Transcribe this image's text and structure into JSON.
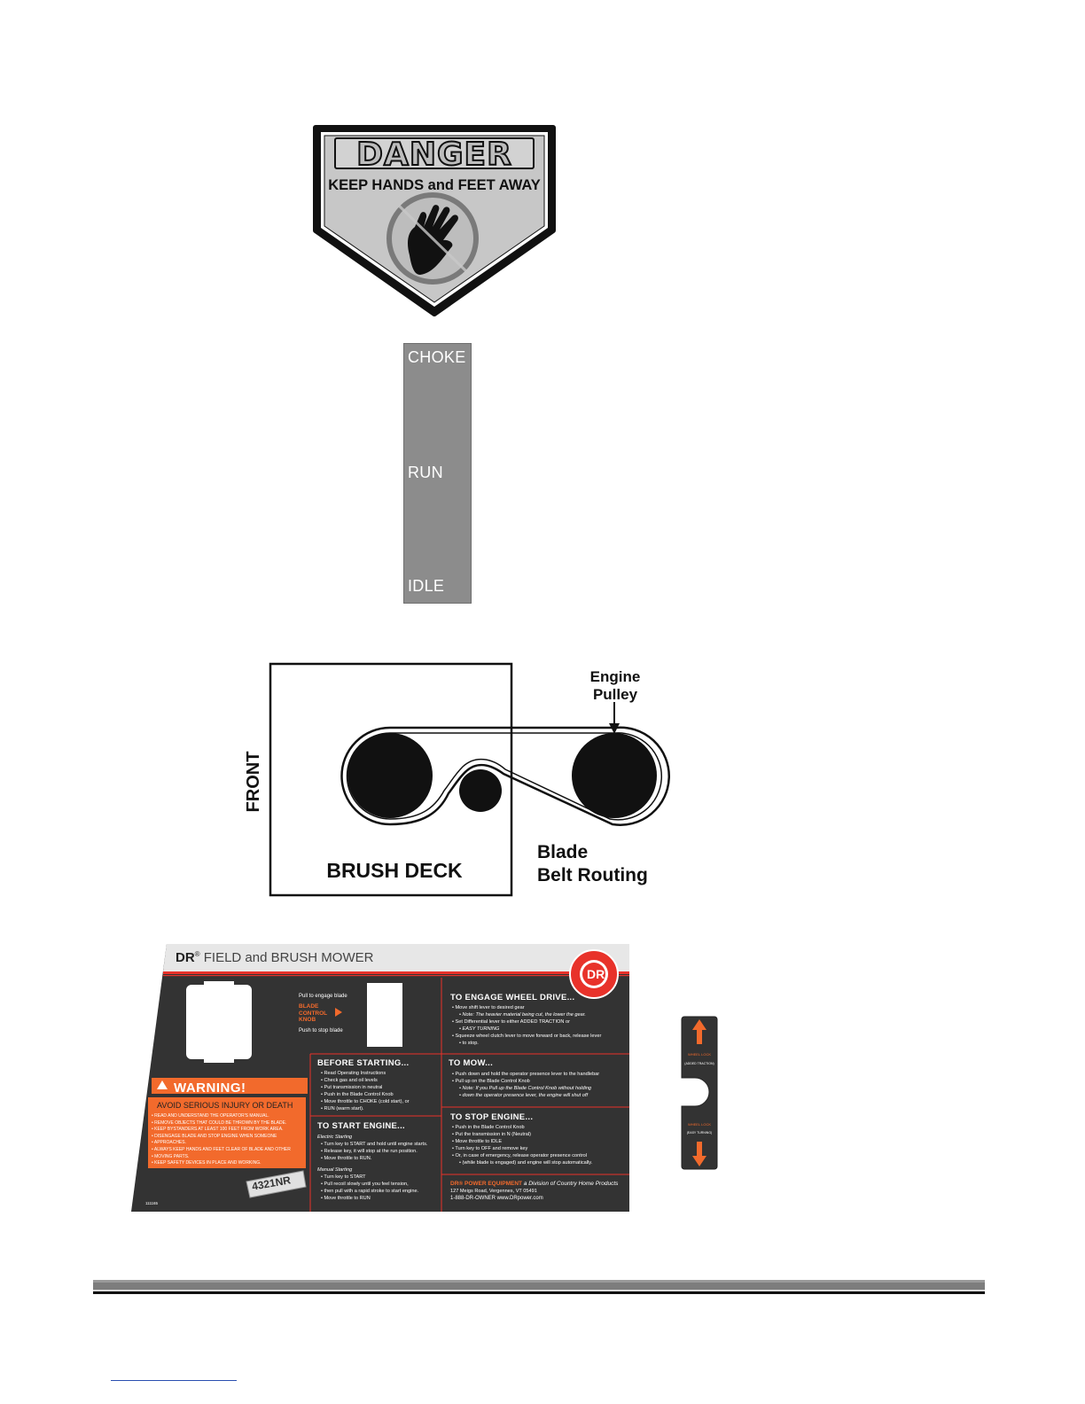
{
  "danger_decal": {
    "title": "DANGER",
    "subtitle": "KEEP HANDS and FEET AWAY",
    "icon": "hand-prohibition-icon"
  },
  "throttle_decal": {
    "labels": [
      "CHOKE",
      "RUN",
      "IDLE"
    ]
  },
  "belt_diagram": {
    "engine_pulley": [
      "Engine",
      "Pulley"
    ],
    "front": "FRONT",
    "brush_deck": "BRUSH DECK",
    "blade_belt_routing": [
      "Blade",
      "Belt Routing"
    ]
  },
  "control_panel": {
    "title_brand": "DR",
    "title_reg": "®",
    "title_rest": " FIELD and BRUSH MOWER",
    "badge": "DR",
    "pull_to_engage": "Pull to engage blade",
    "blade_control_knob": [
      "BLADE",
      "CONTROL",
      "KNOB"
    ],
    "push_to_stop": "Push to stop blade",
    "warning_title": "WARNING!",
    "warning_sub": "AVOID SERIOUS INJURY OR DEATH",
    "warning_items": [
      "READ AND UNDERSTAND THE OPERATOR'S MANUAL.",
      "REMOVE OBJECTS THAT COULD BE THROWN BY THE BLADE.",
      "KEEP BYSTANDERS AT LEAST 100 FEET FROM WORK AREA.",
      "DISENGAGE BLADE AND STOP ENGINE WHEN SOMEONE",
      "APPROACHES.",
      "ALWAYS KEEP HANDS AND FEET CLEAR OF BLADE AND OTHER",
      "MOVING PARTS.",
      "KEEP SAFETY DEVICES IN PLACE AND WORKING."
    ],
    "model": "4321NR",
    "part_no": "111165",
    "before_starting_title": "BEFORE STARTING...",
    "before_starting_items": [
      "Read Operating Instructions",
      "Check gas and oil levels",
      "Put transmission in neutral",
      "Push in the Blade Control Knob",
      "Move throttle to CHOKE (cold start), or",
      "RUN (warm start)."
    ],
    "start_engine_title": "TO START ENGINE...",
    "electric_starting": "Electric Starting",
    "electric_items": [
      "Turn key to START and hold until engine starts.",
      "Release key, it will stop at the run position.",
      "Move throttle to RUN."
    ],
    "manual_starting": "Manual Starting",
    "manual_items": [
      "Turn key to START",
      "Pull recoil slowly until you feel tension,",
      "then pull with a rapid stroke to start engine.",
      "Move throttle to RUN"
    ],
    "wheel_drive_title": "TO ENGAGE WHEEL DRIVE...",
    "wheel_drive_items": [
      "Move shift lever to desired gear",
      "Note: The heavier material being cut, the lower the gear.",
      "Set Differential lever to either ADDED TRACTION or",
      "EASY TURNING",
      "Squeeze wheel clutch lever to move forward or back, release lever",
      "to stop."
    ],
    "mow_title": "TO MOW...",
    "mow_items": [
      "Push down and hold the operator presence lever to the handlebar",
      "Pull up on the Blade Control Knob",
      "Note: If you Pull up the Blade Control Knob without holding",
      "down the operator presence lever, the engine will shut off"
    ],
    "stop_engine_title": "TO STOP ENGINE...",
    "stop_items": [
      "Push in the Blade Control Knob",
      "Put the transmission in N (Neutral)",
      "Move throttle to IDLE",
      "Turn key to OFF and remove key",
      "Or, in case of emergency, release operator presence control",
      "(while blade is engaged) and engine will stop automatically."
    ],
    "company_name": "DR® POWER EQUIPMENT",
    "company_division": " a Division of Country Home Products",
    "company_address": "127 Meigs Road, Vergennes, VT 05491",
    "company_phone": "1-888-DR-OWNER   www.DRpower.com"
  },
  "wheel_lock_tag": {
    "top_label": "WHEEL LOCK",
    "top_sub": "(ADDED TRACTION)",
    "bottom_label": "WHEEL LOCK",
    "bottom_sub": "(EASY TURNING)"
  },
  "colors": {
    "panel_bg": "#333333",
    "accent_orange": "#f26a2c",
    "accent_red": "#e8322a",
    "strip_gray": "#8c8c8c"
  }
}
